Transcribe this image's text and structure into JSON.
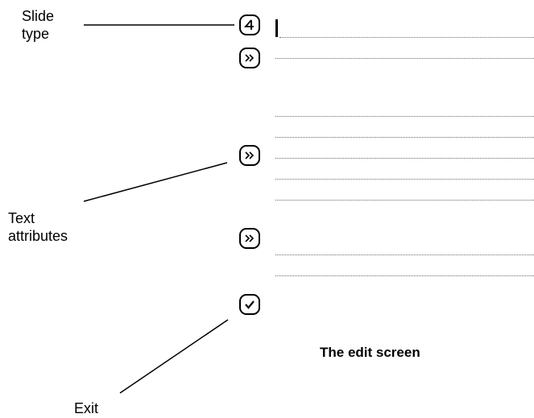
{
  "annotations": {
    "slide_type": "Slide\ntype",
    "text_attributes": "Text\nattributes",
    "exit": "Exit"
  },
  "caption": "The edit screen",
  "icons": {
    "slide_type_button": "slide-type-4-icon",
    "text_attr_button": "chevron-right-double-icon",
    "exit_button": "checkmark-icon"
  },
  "colors": {
    "ink": "#000000",
    "text_line": "#6a6a6a",
    "background": "#ffffff"
  }
}
